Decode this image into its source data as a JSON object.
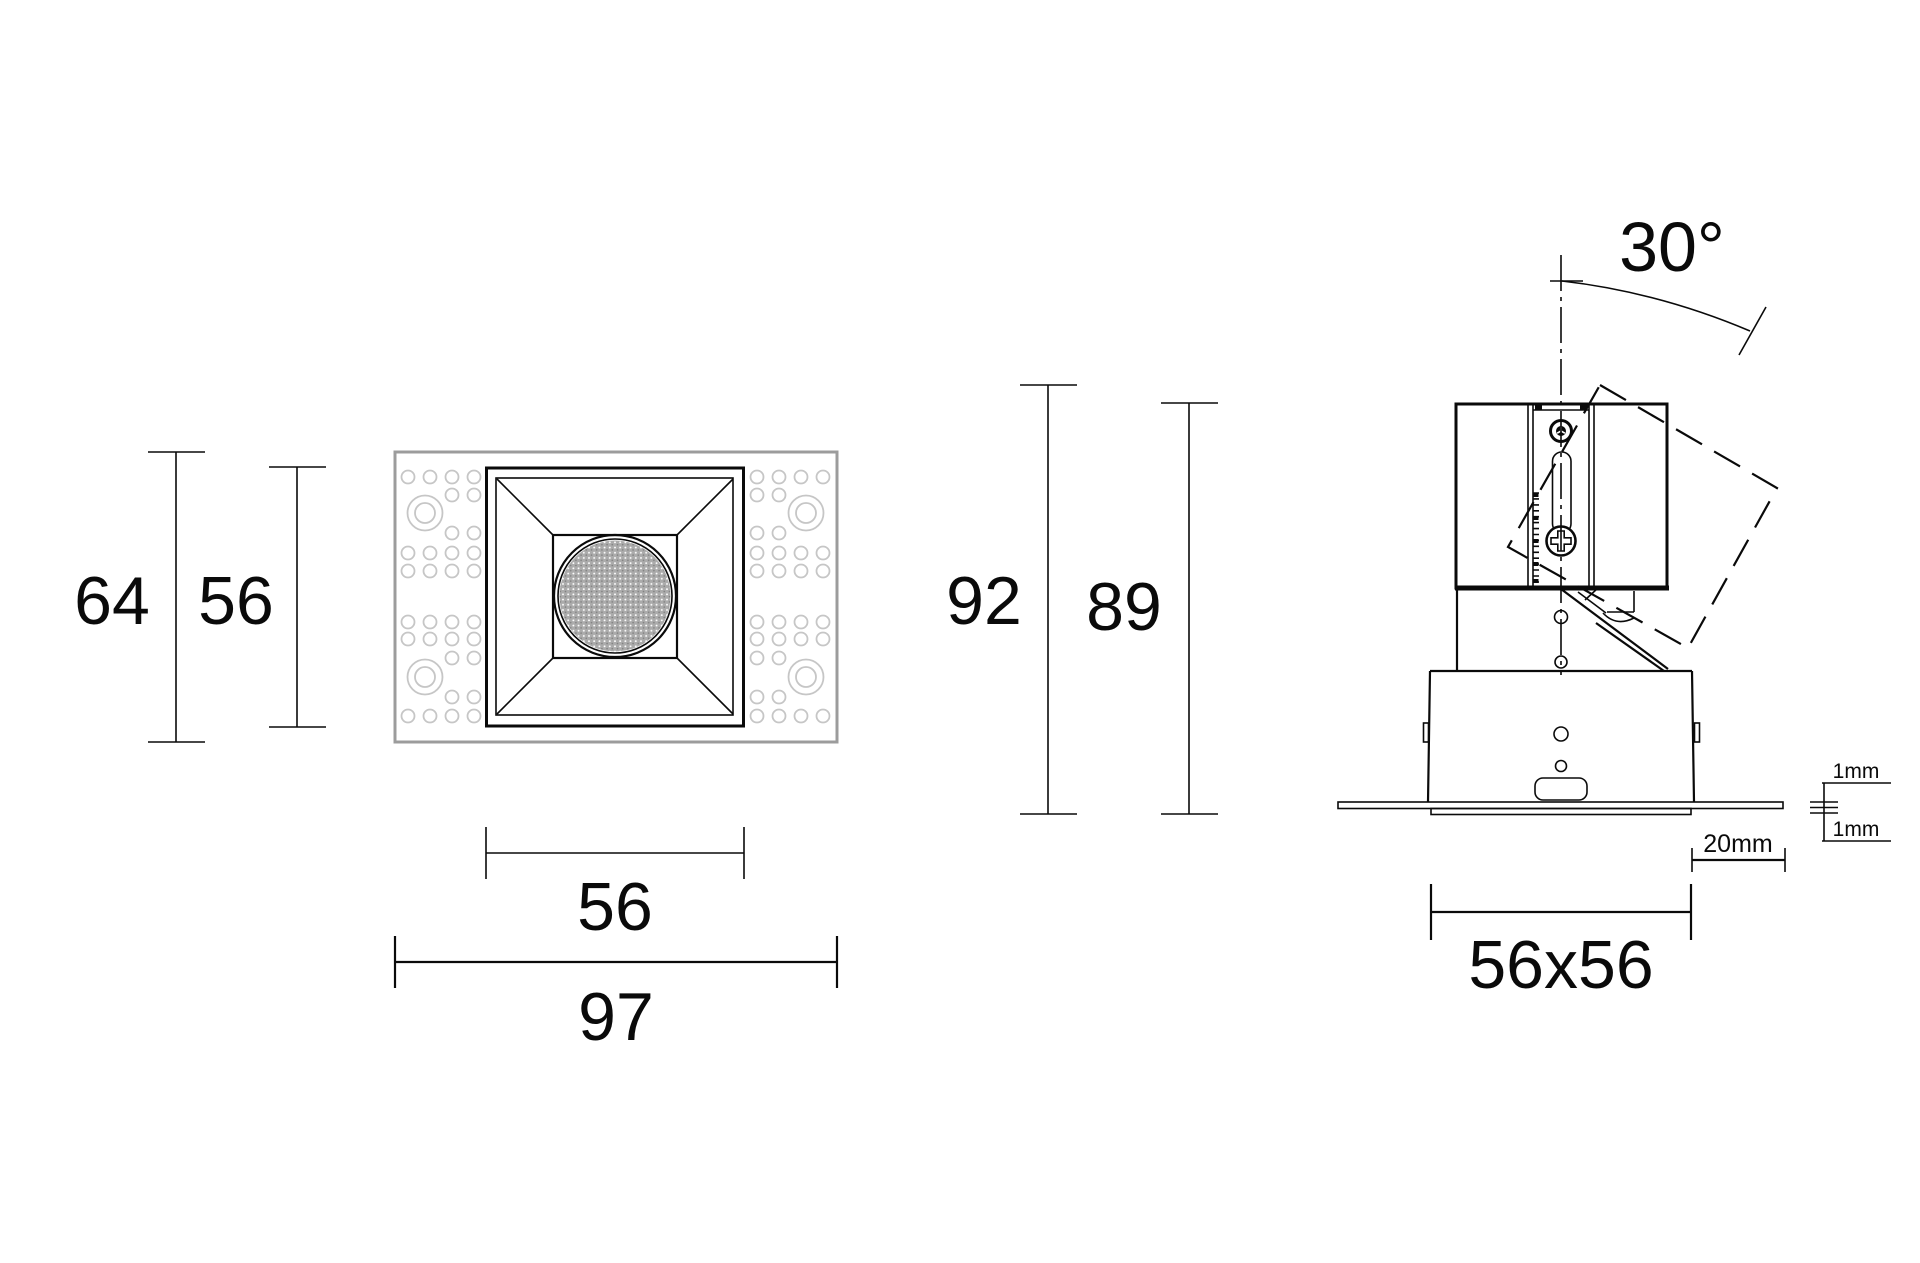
{
  "drawing": {
    "type": "luminaire-dimension-drawing",
    "labels": {
      "front": {
        "overall_height": "64",
        "module_height": "56",
        "module_width": "56",
        "overall_width": "97"
      },
      "side": {
        "height_tilted": "92",
        "height_upright": "89",
        "tilt_angle": "30°",
        "cutout": "56x56",
        "offset": "20mm",
        "gap_top": "1mm",
        "gap_bottom": "1mm"
      }
    },
    "colors": {
      "line": "#0a0a0a",
      "plate_outline": "#9c9c9c",
      "hole_pattern": "#c6c6c6",
      "lens_base": "#ababab",
      "lens_speckle_light": "#ffffff",
      "lens_speckle_dark": "#7f7f7f"
    }
  }
}
